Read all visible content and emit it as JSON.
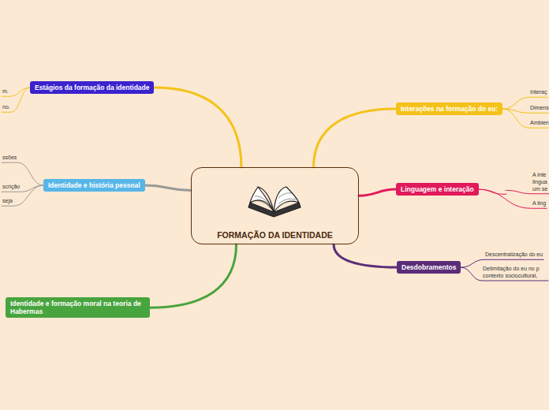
{
  "diagram": {
    "title": "FORMAÇÃO DA IDENTIDADE",
    "nodes": [
      {
        "text": [
          "FORMAÇÃO DA IDENTIDADE"
        ]
      },
      {
        "text": [
          "Estágios da formação da identidade"
        ]
      },
      {
        "text": [
          "m."
        ]
      },
      {
        "text": [
          "no."
        ]
      },
      {
        "text": [
          "Interações na formação do eu:"
        ]
      },
      {
        "text": [
          "Interaç"
        ]
      },
      {
        "text": [
          "Dimens"
        ]
      },
      {
        "text": [
          "Ambien"
        ]
      },
      {
        "text": [
          "Identidade e história pessoal"
        ]
      },
      {
        "text": [
          "ssões"
        ]
      },
      {
        "text": [
          "scrição"
        ]
      },
      {
        "text": [
          "seja"
        ]
      },
      {
        "text": [
          "Linguagem e interação"
        ]
      },
      {
        "text": [
          "."
        ]
      },
      {
        "text": [
          "A inte lingua um se"
        ]
      },
      {
        "text": [
          "A ling"
        ]
      },
      {
        "text": [
          "Desdobramentos"
        ]
      },
      {
        "text": [
          "Descentralização do eu"
        ]
      },
      {
        "text": [
          "Delimitação do eu no p contexto sociocultural,"
        ]
      },
      {
        "text": [
          "Identidade e formação moral na teoria de Habermas"
        ]
      }
    ],
    "edges": [
      {
        "from": 0,
        "to": 1,
        "arrow": "none"
      },
      {
        "from": 1,
        "to": 2,
        "arrow": "none"
      },
      {
        "from": 1,
        "to": 3,
        "arrow": "none"
      },
      {
        "from": 0,
        "to": 4,
        "arrow": "none"
      },
      {
        "from": 4,
        "to": 5,
        "arrow": "none"
      },
      {
        "from": 4,
        "to": 6,
        "arrow": "none"
      },
      {
        "from": 4,
        "to": 7,
        "arrow": "none"
      },
      {
        "from": 0,
        "to": 8,
        "arrow": "none"
      },
      {
        "from": 8,
        "to": 9,
        "arrow": "none"
      },
      {
        "from": 8,
        "to": 10,
        "arrow": "none"
      },
      {
        "from": 8,
        "to": 11,
        "arrow": "none"
      },
      {
        "from": 0,
        "to": 12,
        "arrow": "none"
      },
      {
        "from": 12,
        "to": 13,
        "arrow": "none"
      },
      {
        "from": 13,
        "to": 14,
        "arrow": "none"
      },
      {
        "from": 12,
        "to": 15,
        "arrow": "none"
      },
      {
        "from": 0,
        "to": 16,
        "arrow": "none"
      },
      {
        "from": 16,
        "to": 17,
        "arrow": "none"
      },
      {
        "from": 16,
        "to": 18,
        "arrow": "none"
      },
      {
        "from": 0,
        "to": 19,
        "arrow": "none"
      }
    ]
  }
}
